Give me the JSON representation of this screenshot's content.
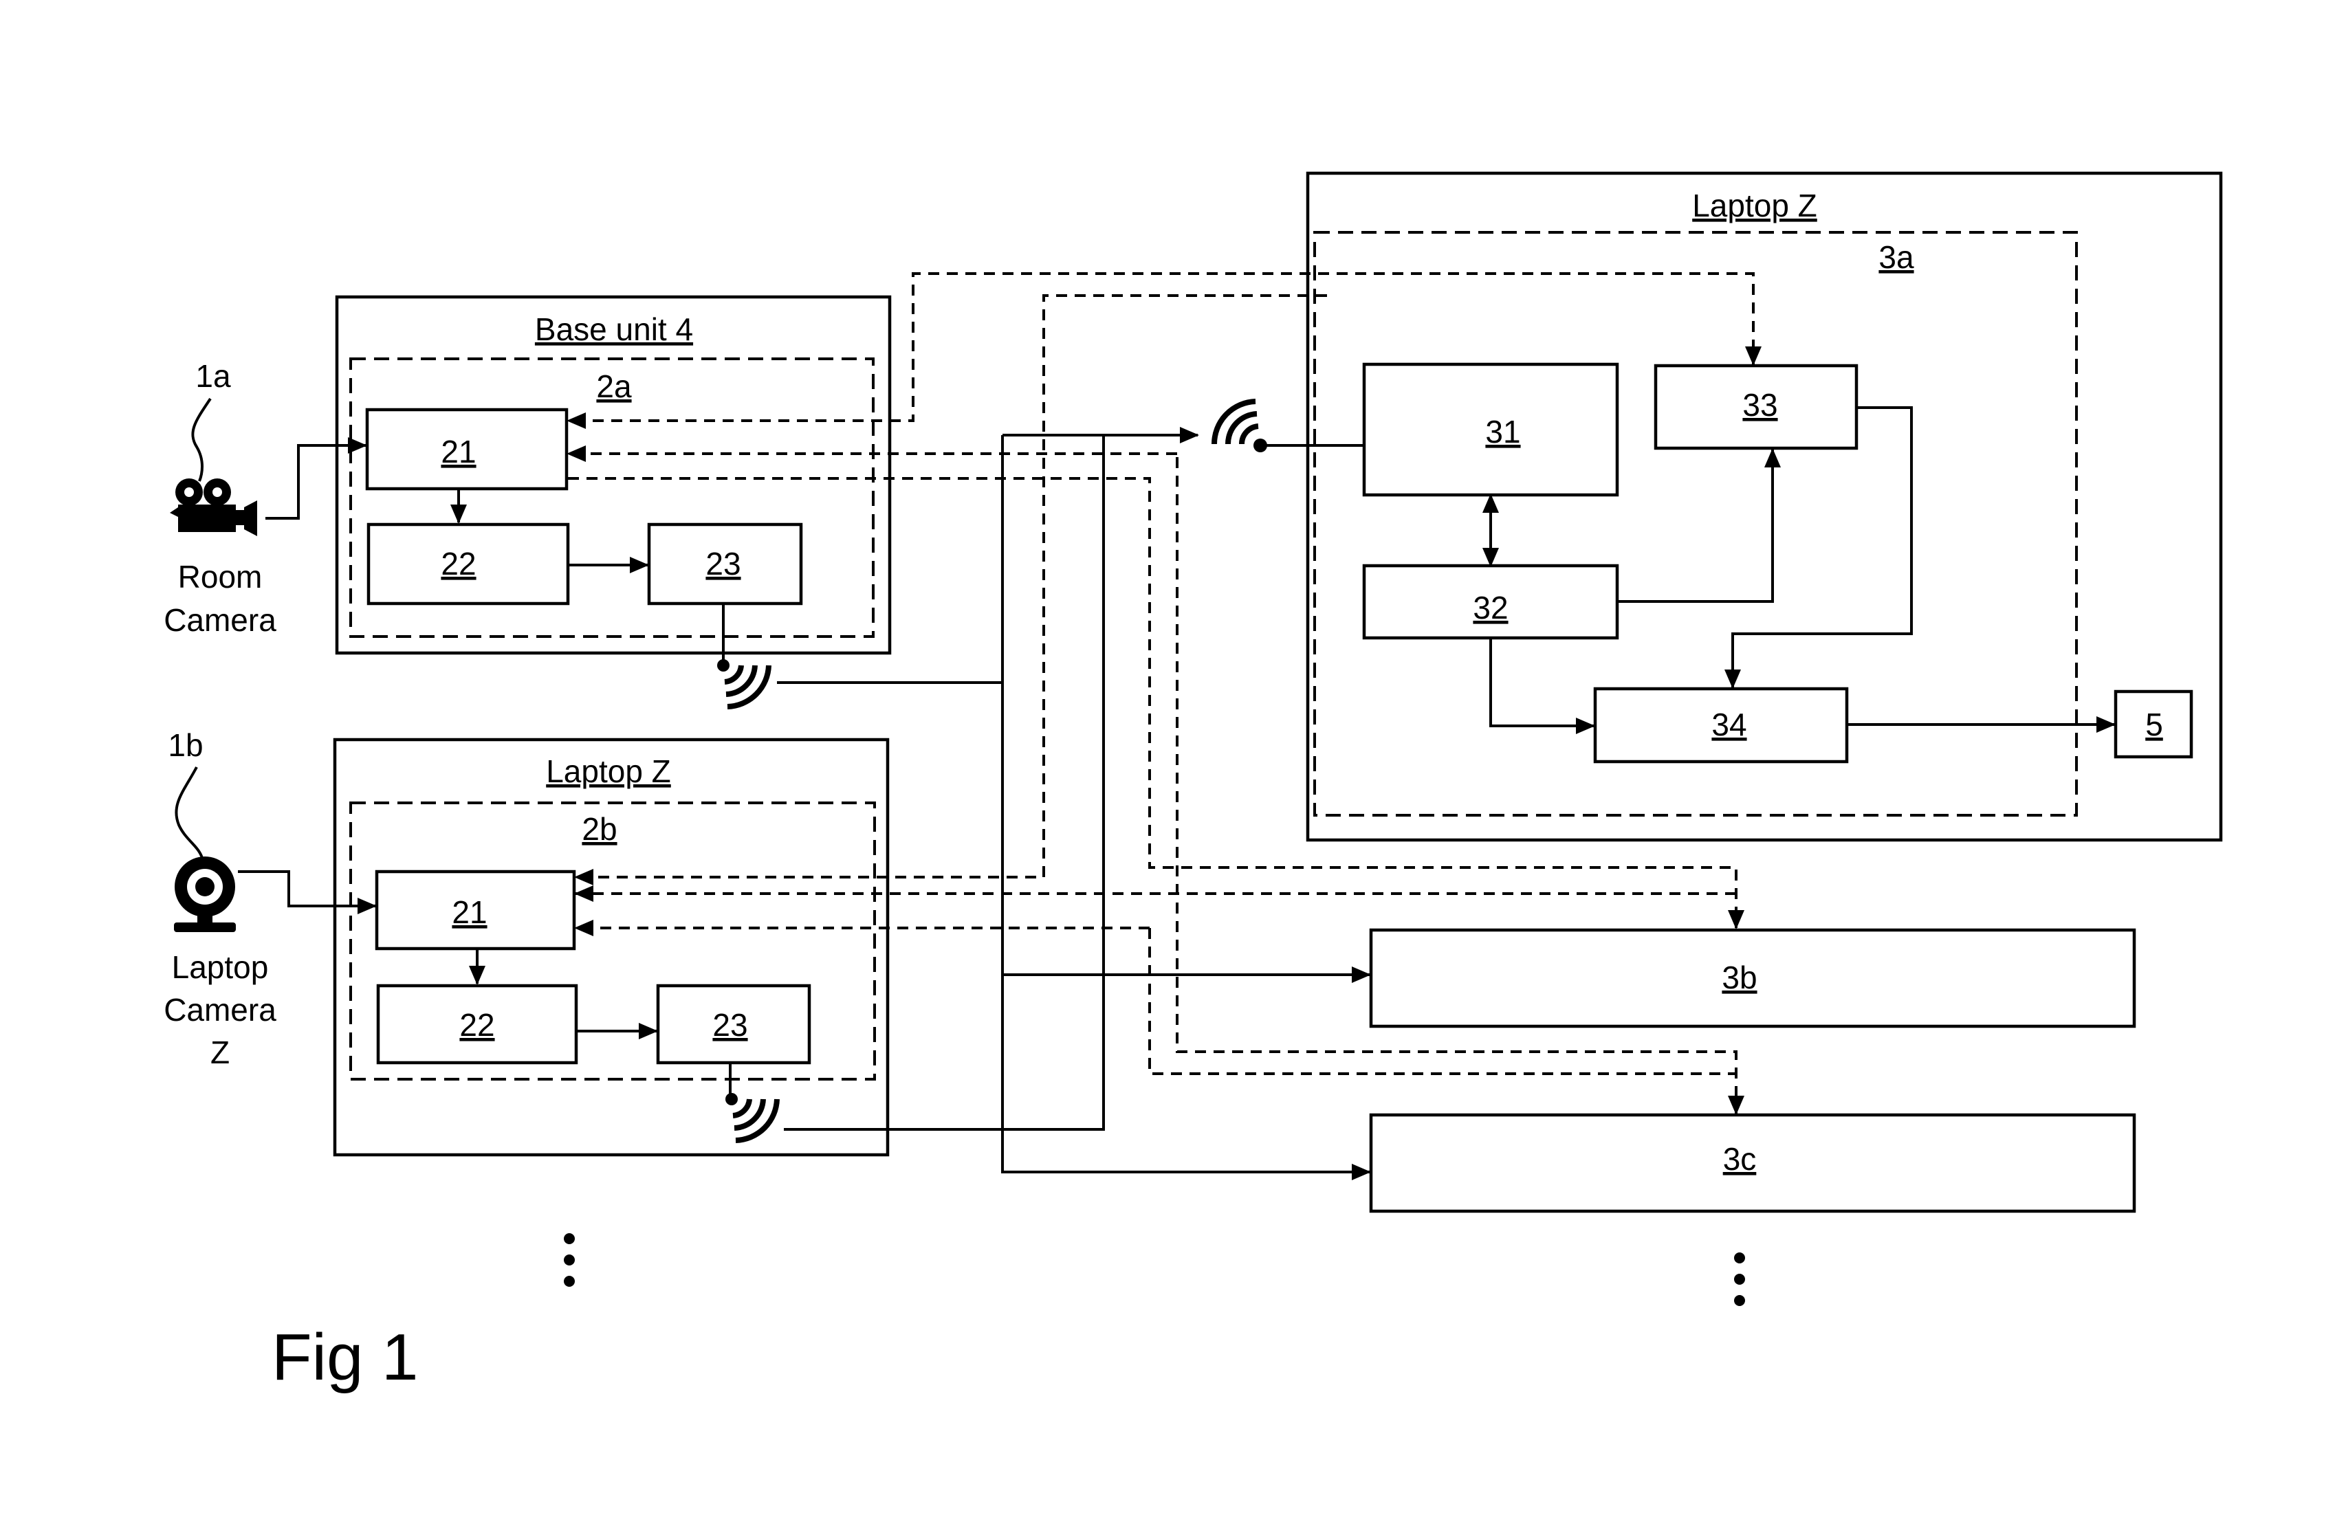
{
  "figure": {
    "caption": "Fig 1"
  },
  "sources": {
    "room_camera": {
      "ref": "1a",
      "label_line1": "Room",
      "label_line2": "Camera"
    },
    "laptop_camera": {
      "ref": "1b",
      "label_line1": "Laptop",
      "label_line2": "Camera",
      "label_line3": "Z"
    }
  },
  "base_unit": {
    "title": "Base unit 4",
    "module": {
      "label": "2a",
      "block_21": "21",
      "block_22": "22",
      "block_23": "23"
    }
  },
  "laptop_source": {
    "title": "Laptop Z",
    "module": {
      "label": "2b",
      "block_21": "21",
      "block_22": "22",
      "block_23": "23"
    }
  },
  "laptop_receiver": {
    "title": "Laptop Z",
    "module": {
      "label": "3a",
      "block_31": "31",
      "block_32": "32",
      "block_33": "33",
      "block_34": "34"
    },
    "output": "5"
  },
  "receivers": {
    "r3b": "3b",
    "r3c": "3c"
  }
}
